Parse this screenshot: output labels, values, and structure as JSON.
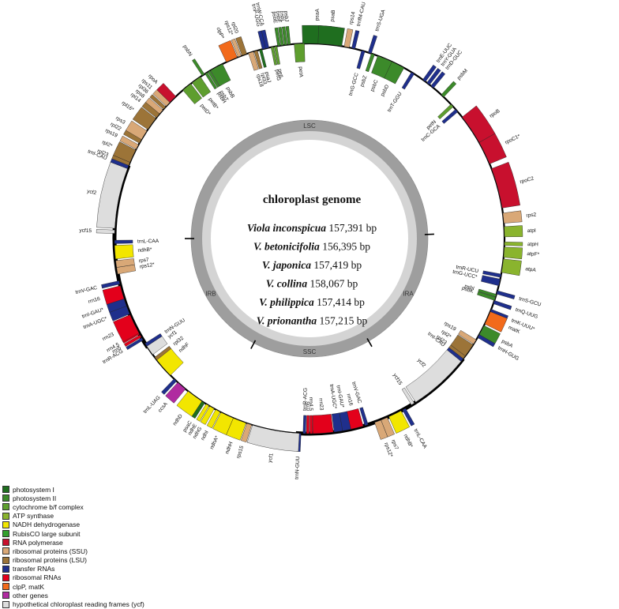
{
  "title": "chloroplast genome",
  "genomes": [
    {
      "species": "Viola inconspicua",
      "size": "157,391 bp"
    },
    {
      "species": "V. betonicifolia",
      "size": "156,395 bp"
    },
    {
      "species": "V. japonica",
      "size": "157,419 bp"
    },
    {
      "species": "V. collina",
      "size": "158,067 bp"
    },
    {
      "species": "V. philippica",
      "size": "157,414 bp"
    },
    {
      "species": "V. prionantha",
      "size": "157,215 bp"
    }
  ],
  "regions": {
    "lsc": "LSC",
    "ssc": "SSC",
    "ira": "IRA",
    "irb": "IRB"
  },
  "legend": [
    {
      "key": "psa",
      "label": "photosystem I",
      "color": "#1f6e1f"
    },
    {
      "key": "psb",
      "label": "photosystem II",
      "color": "#3c8a2a"
    },
    {
      "key": "pet",
      "label": "cytochrome b/f complex",
      "color": "#5e9e2e"
    },
    {
      "key": "atp",
      "label": "ATP synthase",
      "color": "#8ab42e"
    },
    {
      "key": "ndh",
      "label": "NADH dehydrogenase",
      "color": "#f2e600"
    },
    {
      "key": "rbc",
      "label": "RubisCO large subunit",
      "color": "#33a02c"
    },
    {
      "key": "rpo",
      "label": "RNA polymerase",
      "color": "#c8102e"
    },
    {
      "key": "ssu",
      "label": "ribosomal proteins (SSU)",
      "color": "#d9a877"
    },
    {
      "key": "lsu",
      "label": "ribosomal proteins (LSU)",
      "color": "#9c7438"
    },
    {
      "key": "trn",
      "label": "transfer RNAs",
      "color": "#1f2f8c"
    },
    {
      "key": "rrn",
      "label": "ribosomal RNAs",
      "color": "#e3001b"
    },
    {
      "key": "clp",
      "label": "clpP, matK",
      "color": "#f26a1b"
    },
    {
      "key": "oth",
      "label": "other genes",
      "color": "#b02aa0"
    },
    {
      "key": "ycf",
      "label": "hypothetical chloroplast reading frames (ycf)",
      "color": "#dddddd"
    }
  ],
  "genes": [
    {
      "name": "psaA",
      "angle": 2,
      "width": 8,
      "cls": "psa",
      "out": true
    },
    {
      "name": "psaB",
      "angle": 6,
      "width": 7,
      "cls": "psa",
      "out": true
    },
    {
      "name": "rps14",
      "angle": 11,
      "width": 1.5,
      "cls": "ssu",
      "out": true
    },
    {
      "name": "trnfM-CAU",
      "angle": 13,
      "width": 1,
      "cls": "trn",
      "out": true
    },
    {
      "name": "trnS-UGA",
      "angle": 18,
      "width": 1,
      "cls": "trn",
      "out": true
    },
    {
      "name": "trnG-GCC",
      "angle": 16,
      "width": 1,
      "cls": "trn",
      "out": false
    },
    {
      "name": "psbZ",
      "angle": 19,
      "width": 1,
      "cls": "psb",
      "out": false
    },
    {
      "name": "psbC",
      "angle": 23,
      "width": 5,
      "cls": "psb",
      "out": false
    },
    {
      "name": "psbD",
      "angle": 27,
      "width": 4,
      "cls": "psb",
      "out": false
    },
    {
      "name": "trnT-GGU",
      "angle": 32,
      "width": 1,
      "cls": "trn",
      "out": false
    },
    {
      "name": "trnE-UUC",
      "angle": 36,
      "width": 1,
      "cls": "trn",
      "out": true
    },
    {
      "name": "trnY-GUA",
      "angle": 37.5,
      "width": 1,
      "cls": "trn",
      "out": true
    },
    {
      "name": "trnD-GUC",
      "angle": 39,
      "width": 1,
      "cls": "trn",
      "out": true
    },
    {
      "name": "psbM",
      "angle": 43,
      "width": 1,
      "cls": "psb",
      "out": true
    },
    {
      "name": "petN",
      "angle": 47,
      "width": 1,
      "cls": "pet",
      "out": false
    },
    {
      "name": "trnC-GCA",
      "angle": 49,
      "width": 1,
      "cls": "trn",
      "out": false
    },
    {
      "name": "rpoB",
      "angle": 56,
      "width": 9,
      "cls": "rpo",
      "out": true
    },
    {
      "name": "rpoC1*",
      "angle": 64,
      "width": 7,
      "cls": "rpo",
      "out": true
    },
    {
      "name": "rpoC2",
      "angle": 75,
      "width": 12,
      "cls": "rpo",
      "out": true
    },
    {
      "name": "rps2",
      "angle": 84,
      "width": 3,
      "cls": "ssu",
      "out": true
    },
    {
      "name": "atpI",
      "angle": 88,
      "width": 3,
      "cls": "atp",
      "out": true
    },
    {
      "name": "atpH",
      "angle": 91.5,
      "width": 1,
      "cls": "atp",
      "out": true
    },
    {
      "name": "atpF*",
      "angle": 94,
      "width": 3,
      "cls": "atp",
      "out": true
    },
    {
      "name": "atpA",
      "angle": 98,
      "width": 4,
      "cls": "atp",
      "out": true
    },
    {
      "name": "trnR-UCU",
      "angle": 101,
      "width": 1,
      "cls": "trn",
      "out": false
    },
    {
      "name": "trnG-UCC*",
      "angle": 103,
      "width": 2,
      "cls": "trn",
      "out": false
    },
    {
      "name": "trnS-GCU",
      "angle": 106,
      "width": 1,
      "cls": "trn",
      "out": true
    },
    {
      "name": "psbI",
      "angle": 107,
      "width": 0.8,
      "cls": "psb",
      "out": false
    },
    {
      "name": "psbK",
      "angle": 108,
      "width": 1,
      "cls": "psb",
      "out": false
    },
    {
      "name": "trnQ-UUG",
      "angle": 109,
      "width": 1,
      "cls": "trn",
      "out": true
    },
    {
      "name": "trnK-UUU*",
      "angle": 112,
      "width": 1.5,
      "cls": "trn",
      "out": true
    },
    {
      "name": "matK",
      "angle": 114,
      "width": 4,
      "cls": "clp",
      "out": true
    },
    {
      "name": "psbA",
      "angle": 118,
      "width": 3,
      "cls": "psb",
      "out": true
    },
    {
      "name": "trnH-GUG",
      "angle": 120,
      "width": 1,
      "cls": "trn",
      "out": true
    },
    {
      "name": "rps19",
      "angle": 122,
      "width": 1.5,
      "cls": "ssu",
      "out": false
    },
    {
      "name": "rpl2*",
      "angle": 125,
      "width": 4,
      "cls": "lsu",
      "out": false
    },
    {
      "name": "rpl23",
      "angle": 127.5,
      "width": 1,
      "cls": "lsu",
      "out": false
    },
    {
      "name": "trnI-CAU",
      "angle": 128.5,
      "width": 1,
      "cls": "trn",
      "out": false
    },
    {
      "name": "ycf2",
      "angle": 138,
      "width": 18,
      "cls": "ycf",
      "out": false
    },
    {
      "name": "ycf15",
      "angle": 148,
      "width": 1,
      "cls": "ycf",
      "out": false
    },
    {
      "name": "trnL-CAA",
      "angle": 151,
      "width": 1,
      "cls": "trn",
      "out": true
    },
    {
      "name": "ndhB*",
      "angle": 154,
      "width": 4,
      "cls": "ndh",
      "out": true
    },
    {
      "name": "rps7",
      "angle": 157.5,
      "width": 2,
      "cls": "ssu",
      "out": true
    },
    {
      "name": "rps12*",
      "angle": 159.5,
      "width": 2,
      "cls": "ssu",
      "out": true
    },
    {
      "name": "trnV-GAC",
      "angle": 163,
      "width": 1,
      "cls": "trn",
      "out": false
    },
    {
      "name": "rrn16",
      "angle": 166,
      "width": 4,
      "cls": "rrn",
      "out": false
    },
    {
      "name": "trnI-GAU*",
      "angle": 169,
      "width": 2.5,
      "cls": "trn",
      "out": false
    },
    {
      "name": "trnA-UGC*",
      "angle": 171.5,
      "width": 2.5,
      "cls": "trn",
      "out": false
    },
    {
      "name": "rrn23",
      "angle": 176,
      "width": 6,
      "cls": "rrn",
      "out": false
    },
    {
      "name": "rrn4.5",
      "angle": 179.5,
      "width": 0.8,
      "cls": "rrn",
      "out": false
    },
    {
      "name": "rrn5",
      "angle": 180.5,
      "width": 0.8,
      "cls": "rrn",
      "out": false
    },
    {
      "name": "trnR-ACG",
      "angle": 181.5,
      "width": 0.8,
      "cls": "trn",
      "out": false
    },
    {
      "name": "trnN-GUU",
      "angle": 183,
      "width": 1,
      "cls": "trn",
      "out": true
    },
    {
      "name": "ycf1",
      "angle": 190,
      "width": 14,
      "cls": "ycf",
      "out": true
    },
    {
      "name": "rps15",
      "angle": 198,
      "width": 1.5,
      "cls": "ssu",
      "out": true
    },
    {
      "name": "ndhH",
      "angle": 201,
      "width": 4,
      "cls": "ndh",
      "out": true
    },
    {
      "name": "ndhA*",
      "angle": 205,
      "width": 4,
      "cls": "ndh",
      "out": true
    },
    {
      "name": "ndhI",
      "angle": 208,
      "width": 1.5,
      "cls": "ndh",
      "out": true
    },
    {
      "name": "ndhG",
      "angle": 210,
      "width": 1.5,
      "cls": "ndh",
      "out": true
    },
    {
      "name": "ndhE",
      "angle": 211.5,
      "width": 1,
      "cls": "ndh",
      "out": true
    },
    {
      "name": "psaC",
      "angle": 213,
      "width": 1,
      "cls": "psa",
      "out": true
    },
    {
      "name": "ndhD",
      "angle": 216,
      "width": 5,
      "cls": "ndh",
      "out": true
    },
    {
      "name": "ccsA",
      "angle": 221,
      "width": 3,
      "cls": "oth",
      "out": true
    },
    {
      "name": "trnL-UAG",
      "angle": 223.5,
      "width": 1,
      "cls": "trn",
      "out": true
    },
    {
      "name": "ndhF",
      "angle": 229,
      "width": 7,
      "cls": "ndh",
      "out": false
    },
    {
      "name": "rpl32",
      "angle": 232,
      "width": 1,
      "cls": "lsu",
      "out": false
    },
    {
      "name": "trnI-GAU*",
      "angle": 205,
      "width": 0,
      "cls": "trn",
      "out": false
    },
    {
      "name": "ycf1",
      "angle": 235,
      "width": 3,
      "cls": "ycf",
      "out": false
    },
    {
      "name": "trnN-GUU",
      "angle": 237,
      "width": 1,
      "cls": "trn",
      "out": false
    },
    {
      "name": "rrn5",
      "angle": 240,
      "width": 0.8,
      "cls": "rrn",
      "out": true
    },
    {
      "name": "rrn4.5",
      "angle": 241,
      "width": 0.8,
      "cls": "rrn",
      "out": true
    },
    {
      "name": "trnR-ACG",
      "angle": 239,
      "width": 0.8,
      "cls": "trn",
      "out": true
    },
    {
      "name": "rrn23",
      "angle": 244,
      "width": 6,
      "cls": "rrn",
      "out": true
    },
    {
      "name": "trnA-UGC*",
      "angle": 248.5,
      "width": 2.5,
      "cls": "trn",
      "out": true
    },
    {
      "name": "trnI-GAU*",
      "angle": 251,
      "width": 2.5,
      "cls": "trn",
      "out": true
    },
    {
      "name": "rrn16",
      "angle": 254,
      "width": 4,
      "cls": "rrn",
      "out": true
    },
    {
      "name": "trnV-GAC",
      "angle": 257,
      "width": 1,
      "cls": "trn",
      "out": true
    },
    {
      "name": "rps12*",
      "angle": 260.5,
      "width": 2,
      "cls": "ssu",
      "out": false
    },
    {
      "name": "rps7",
      "angle": 262.5,
      "width": 2,
      "cls": "ssu",
      "out": false
    },
    {
      "name": "ndhB*",
      "angle": 266,
      "width": 4,
      "cls": "ndh",
      "out": false
    },
    {
      "name": "trnL-CAA",
      "angle": 269,
      "width": 1,
      "cls": "trn",
      "out": false
    },
    {
      "name": "ycf15",
      "angle": 272,
      "width": 1,
      "cls": "ycf",
      "out": true
    },
    {
      "name": "ycf2",
      "angle": 282,
      "width": 18,
      "cls": "ycf",
      "out": true
    },
    {
      "name": "trnI-CAU",
      "angle": 291.5,
      "width": 1,
      "cls": "trn",
      "out": true
    },
    {
      "name": "rpl23",
      "angle": 292.5,
      "width": 1,
      "cls": "lsu",
      "out": true
    },
    {
      "name": "rpl2*",
      "angle": 295,
      "width": 4,
      "cls": "lsu",
      "out": true
    },
    {
      "name": "rps19",
      "angle": 298,
      "width": 1.5,
      "cls": "ssu",
      "out": true
    },
    {
      "name": "rpl22",
      "angle": 300,
      "width": 1.5,
      "cls": "lsu",
      "out": true
    },
    {
      "name": "rps3",
      "angle": 302,
      "width": 3,
      "cls": "ssu",
      "out": true
    },
    {
      "name": "rpl16*",
      "angle": 306,
      "width": 4,
      "cls": "lsu",
      "out": true
    },
    {
      "name": "rpl14",
      "angle": 309,
      "width": 1.5,
      "cls": "lsu",
      "out": true
    },
    {
      "name": "rps8",
      "angle": 310.5,
      "width": 1.5,
      "cls": "ssu",
      "out": true
    },
    {
      "name": "rpl36",
      "angle": 312,
      "width": 1,
      "cls": "lsu",
      "out": true
    },
    {
      "name": "rps11",
      "angle": 313.5,
      "width": 1.5,
      "cls": "ssu",
      "out": true
    },
    {
      "name": "rpoA",
      "angle": 315.5,
      "width": 2.5,
      "cls": "rpo",
      "out": true
    },
    {
      "name": "petD*",
      "angle": 321,
      "width": 3,
      "cls": "pet",
      "out": false
    },
    {
      "name": "petB*",
      "angle": 324.5,
      "width": 3,
      "cls": "pet",
      "out": false
    },
    {
      "name": "psbN",
      "angle": 327,
      "width": 0.8,
      "cls": "psb",
      "out": true
    },
    {
      "name": "psbH",
      "angle": 328,
      "width": 0.8,
      "cls": "psb",
      "out": false
    },
    {
      "name": "psbT",
      "angle": 329,
      "width": 0.8,
      "cls": "psb",
      "out": false
    },
    {
      "name": "psbB",
      "angle": 331.5,
      "width": 4,
      "cls": "psb",
      "out": false
    },
    {
      "name": "clpP*",
      "angle": 336.5,
      "width": 3.5,
      "cls": "clp",
      "out": true
    },
    {
      "name": "rps12*",
      "angle": 339,
      "width": 1,
      "cls": "ssu",
      "out": true
    },
    {
      "name": "rpl20",
      "angle": 340.5,
      "width": 1.5,
      "cls": "lsu",
      "out": true
    },
    {
      "name": "rps18",
      "angle": 342.5,
      "width": 1.5,
      "cls": "ssu",
      "out": false
    },
    {
      "name": "rpl33",
      "angle": 344,
      "width": 1,
      "cls": "lsu",
      "out": false
    },
    {
      "name": "psaJ",
      "angle": 345.5,
      "width": 0.8,
      "cls": "psa",
      "out": false
    },
    {
      "name": "trnP-UGG",
      "angle": 346.5,
      "width": 1,
      "cls": "trn",
      "out": true
    },
    {
      "name": "trnW-CCA",
      "angle": 347.5,
      "width": 1,
      "cls": "trn",
      "out": true
    },
    {
      "name": "petG",
      "angle": 349,
      "width": 0.8,
      "cls": "pet",
      "out": false
    },
    {
      "name": "petL",
      "angle": 350,
      "width": 0.8,
      "cls": "pet",
      "out": false
    },
    {
      "name": "psbE",
      "angle": 351,
      "width": 0.8,
      "cls": "psb",
      "out": true
    },
    {
      "name": "psbF",
      "angle": 352,
      "width": 0.8,
      "cls": "psb",
      "out": true
    },
    {
      "name": "psbL",
      "angle": 353,
      "width": 0.8,
      "cls": "psb",
      "out": true
    },
    {
      "name": "psbJ",
      "angle": 354,
      "width": 0.8,
      "cls": "psb",
      "out": true
    },
    {
      "name": "petA",
      "angle": 357,
      "width": 3,
      "cls": "pet",
      "out": false
    },
    {
      "name": "cemA",
      "angle": 1,
      "width": 0,
      "cls": "oth",
      "out": false
    }
  ]
}
